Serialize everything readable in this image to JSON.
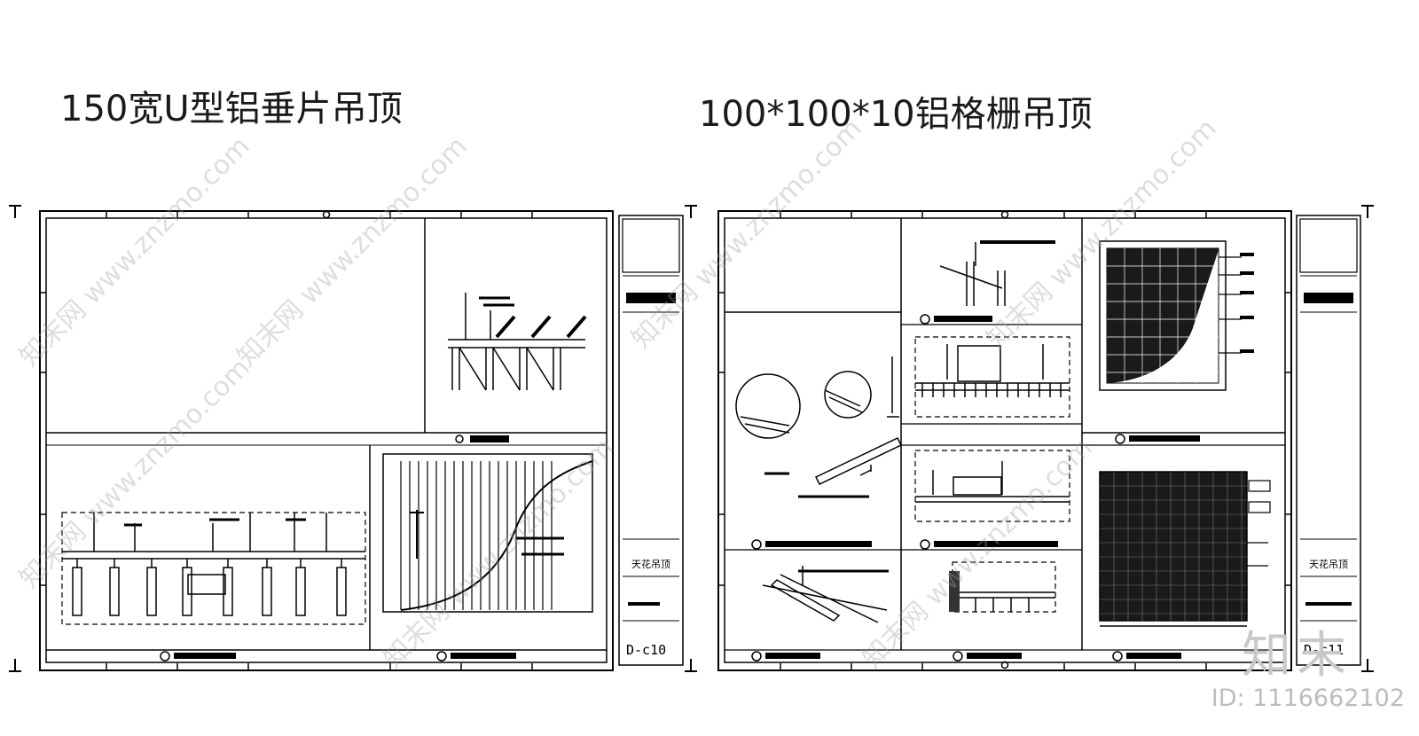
{
  "titles": {
    "left": "150宽U型铝垂片吊顶",
    "right": "100*100*10铝格栅吊顶"
  },
  "sheets": {
    "left": {
      "category_label": "天花吊顶",
      "sheet_number": "D-c10"
    },
    "right": {
      "category_label": "天花吊顶",
      "sheet_number": "D-c11"
    }
  },
  "watermark": {
    "text": "知末网 www.znzmo.com",
    "brand": "知末",
    "id_label": "ID: 1116662102"
  },
  "colors": {
    "line": "#000000",
    "background": "#ffffff",
    "watermark": "#bdbdbd"
  }
}
